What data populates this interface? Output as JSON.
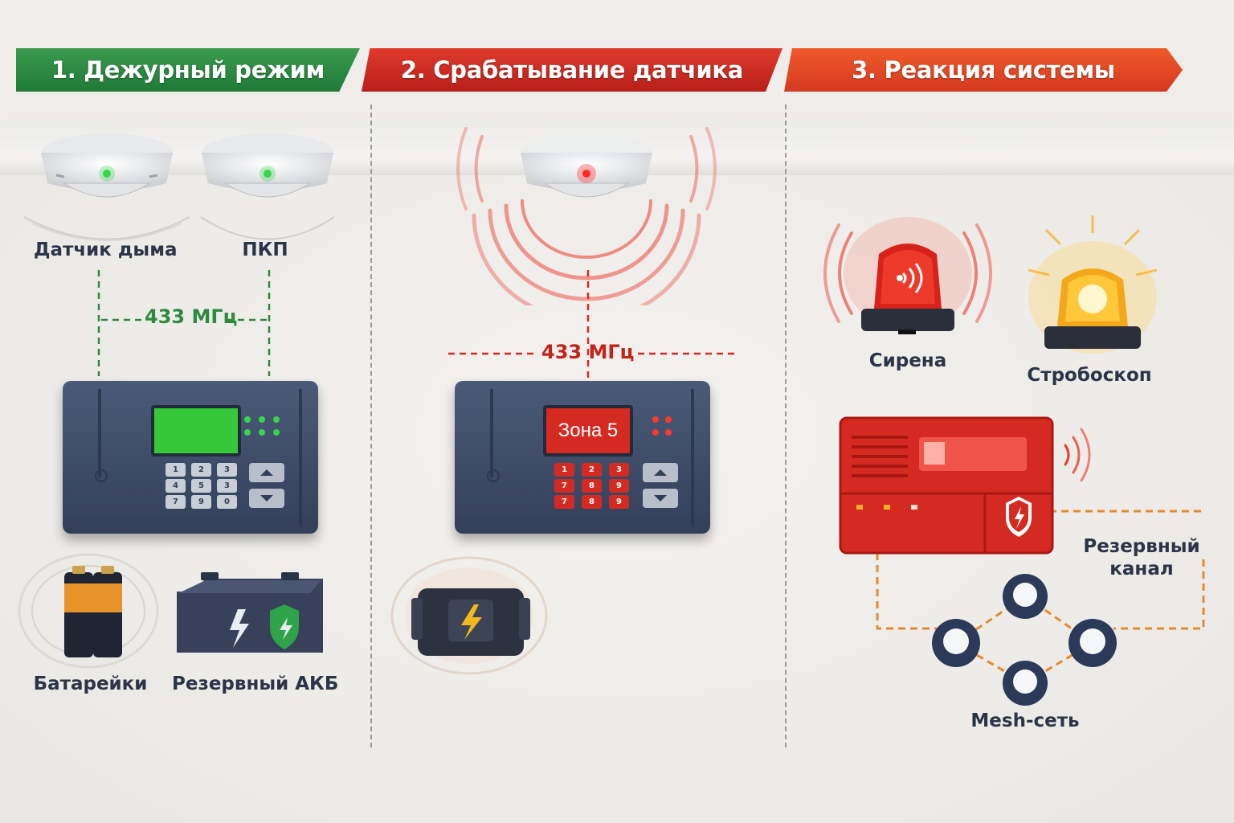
{
  "stages": [
    {
      "title": "1. Дежурный режим",
      "color": "#1f7a37"
    },
    {
      "title": "2. Срабатывание датчика",
      "color": "#c4231c"
    },
    {
      "title": "3. Реакция системы",
      "color": "#e04a24"
    }
  ],
  "stage1": {
    "detector_1_label": "Датчик дыма",
    "detector_2_label": "ПКП",
    "frequency": "433 МГц",
    "batteries_label": "Батарейки",
    "backup_battery_label": "Резервный АКБ",
    "keys": [
      "1",
      "2",
      "3",
      "4",
      "5",
      "3",
      "7",
      "9",
      "0"
    ]
  },
  "stage2": {
    "frequency": "433 МГц",
    "display_text": "Зона 5",
    "keys": [
      "1",
      "2",
      "3",
      "7",
      "8",
      "9",
      "7",
      "8",
      "9"
    ]
  },
  "stage3": {
    "siren_label": "Сирена",
    "strobe_label": "Стробоскоп",
    "backup_channel_label": "Резервный канал",
    "mesh_label": "Mesh-сеть"
  },
  "colors": {
    "green_led": "#36d64a",
    "red_led": "#ff2a2a",
    "orange_link": "#e8892a"
  }
}
